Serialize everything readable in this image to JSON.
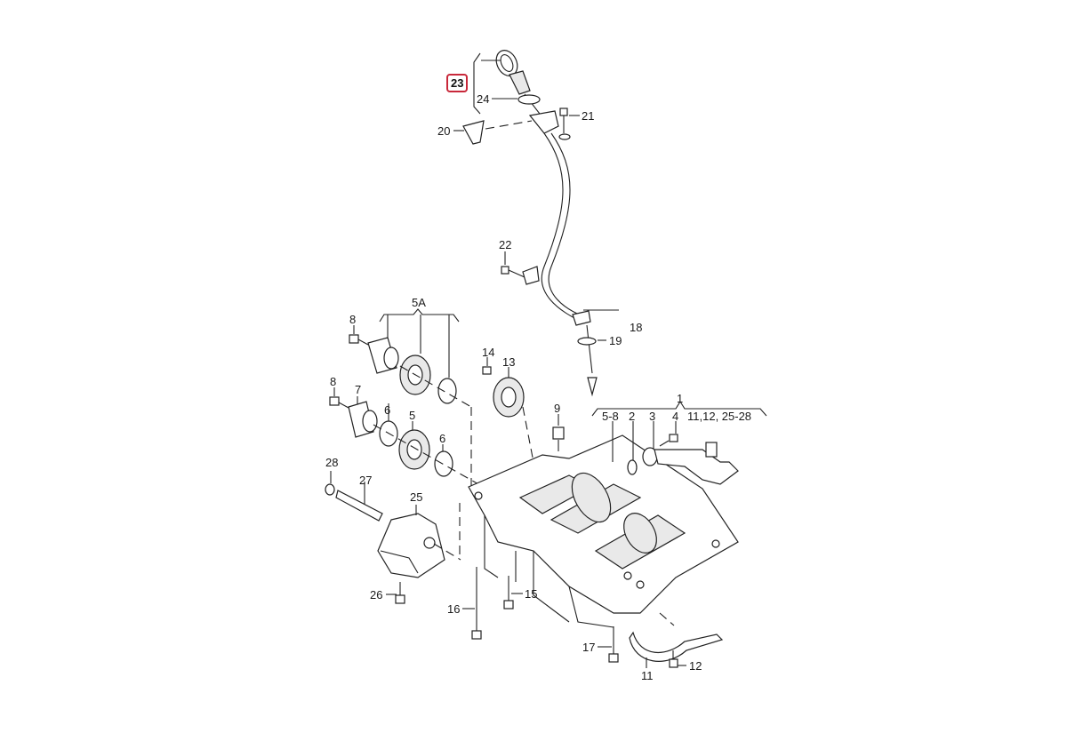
{
  "diagram": {
    "title": "Oil pump / balancer shaft assembly with dipstick guide",
    "highlight_color": "#c8283a",
    "highlighted_part": "23",
    "callouts": [
      {
        "id": "c23",
        "text": "23",
        "highlighted": true
      },
      {
        "id": "c24",
        "text": "24"
      },
      {
        "id": "c20",
        "text": "20"
      },
      {
        "id": "c21",
        "text": "21"
      },
      {
        "id": "c22",
        "text": "22"
      },
      {
        "id": "c18",
        "text": "18"
      },
      {
        "id": "c19",
        "text": "19"
      },
      {
        "id": "c5A",
        "text": "5A"
      },
      {
        "id": "c8a",
        "text": "8"
      },
      {
        "id": "c8b",
        "text": "8"
      },
      {
        "id": "c7",
        "text": "7"
      },
      {
        "id": "c6a",
        "text": "6"
      },
      {
        "id": "c6b",
        "text": "6"
      },
      {
        "id": "c5",
        "text": "5"
      },
      {
        "id": "c14",
        "text": "14"
      },
      {
        "id": "c13",
        "text": "13"
      },
      {
        "id": "c9",
        "text": "9"
      },
      {
        "id": "c1",
        "text": "1"
      },
      {
        "id": "c5-8",
        "text": "5-8"
      },
      {
        "id": "c2",
        "text": "2"
      },
      {
        "id": "c3",
        "text": "3"
      },
      {
        "id": "c4",
        "text": "4"
      },
      {
        "id": "c11-28",
        "text": "11,12, 25-28"
      },
      {
        "id": "c28",
        "text": "28"
      },
      {
        "id": "c27",
        "text": "27"
      },
      {
        "id": "c25",
        "text": "25"
      },
      {
        "id": "c26",
        "text": "26"
      },
      {
        "id": "c16",
        "text": "16"
      },
      {
        "id": "c15",
        "text": "15"
      },
      {
        "id": "c17",
        "text": "17"
      },
      {
        "id": "c11",
        "text": "11"
      },
      {
        "id": "c12",
        "text": "12"
      }
    ]
  }
}
